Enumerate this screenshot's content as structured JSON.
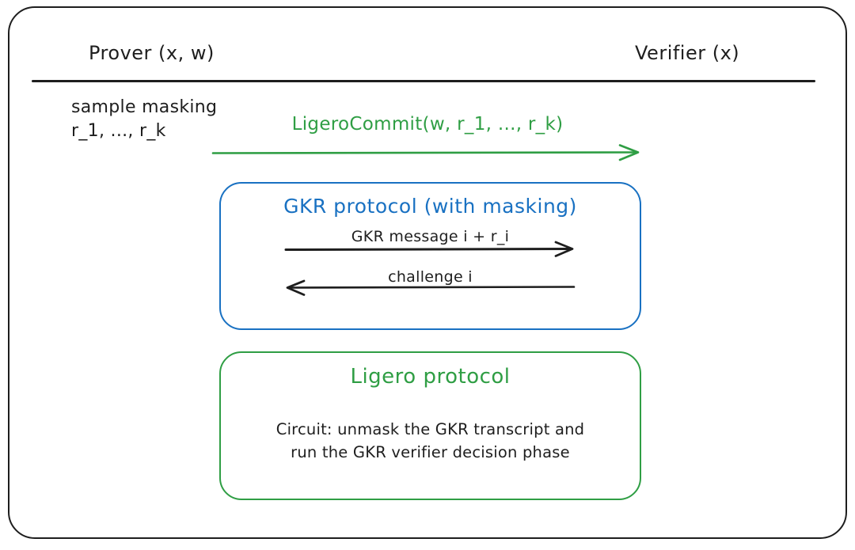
{
  "header": {
    "prover_label": "Prover (x, w)",
    "verifier_label": "Verifier (x)"
  },
  "prover_note": {
    "line1": "sample masking",
    "line2": "r_1, ..., r_k"
  },
  "commit_arrow": {
    "label": "LigeroCommit(w, r_1, ..., r_k)",
    "direction": "right",
    "color": "#2f9e44"
  },
  "gkr_box": {
    "title": "GKR protocol (with masking)",
    "border_color": "#1971c2",
    "messages": [
      {
        "label": "GKR message i + r_i",
        "direction": "right"
      },
      {
        "label": "challenge i",
        "direction": "left"
      }
    ]
  },
  "ligero_box": {
    "title": "Ligero protocol",
    "border_color": "#2f9e44",
    "body_line1": "Circuit: unmask the GKR transcript and",
    "body_line2": "run the GKR verifier decision phase"
  },
  "colors": {
    "ink": "#1e1e1e",
    "green": "#2f9e44",
    "blue": "#1971c2",
    "background": "#ffffff"
  }
}
